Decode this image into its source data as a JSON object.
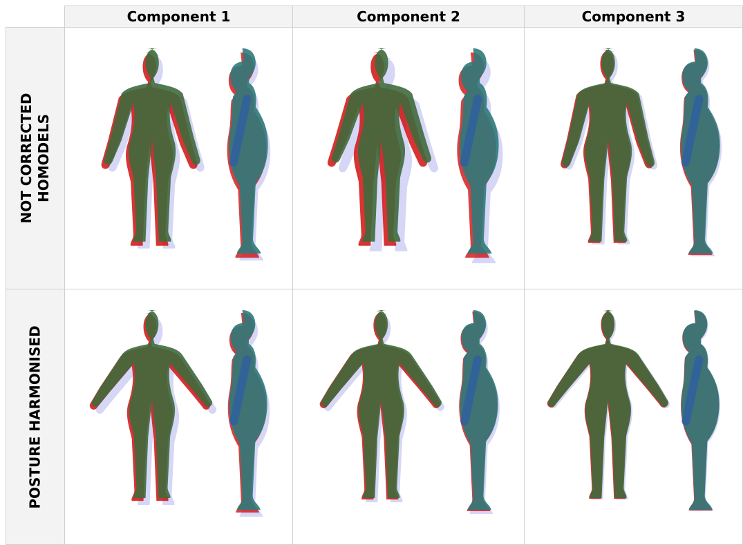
{
  "columns": [
    {
      "label": "Component 1"
    },
    {
      "label": "Component 2"
    },
    {
      "label": "Component 3"
    }
  ],
  "rows": [
    {
      "line1": "NOT CORRECTED",
      "line2": "HOMODELS"
    },
    {
      "line1": "POSTURE HARMONISED",
      "line2": ""
    }
  ],
  "colors": {
    "body_green": "#3f6a3c",
    "body_teal": "#2f7a7a",
    "arm_blue": "#2f60a0",
    "variant_red": "#d01010",
    "variant_blue": "#8a8ae8",
    "variant_green": "#5ae05a",
    "cell_border": "#cfcfcf",
    "header_bg": "#f3f3f3"
  }
}
